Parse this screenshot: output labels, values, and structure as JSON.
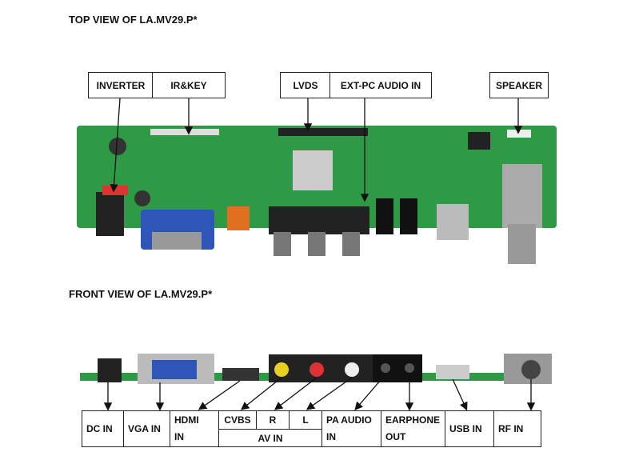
{
  "top_view": {
    "title": "TOP VIEW OF LA.MV29.P*",
    "labels": [
      "INVERTER",
      "IR&KEY",
      "LVDS",
      "EXT-PC AUDIO IN",
      "SPEAKER"
    ]
  },
  "front_view": {
    "title": "FRONT VIEW OF LA.MV29.P*",
    "labels": {
      "dc": "DC IN",
      "vga": "VGA IN",
      "hdmi1": "HDMI",
      "hdmi2": "IN",
      "cvbs": "CVBS",
      "r": "R",
      "l": "L",
      "av": "AV IN",
      "pa1": "PA AUDIO",
      "pa2": "IN",
      "ear1": "EARPHONE",
      "ear2": "OUT",
      "usb": "USB IN",
      "rf": "RF IN"
    }
  },
  "colors": {
    "pcb": "#2f9a45",
    "pcb_dark": "#1f7a35"
  }
}
